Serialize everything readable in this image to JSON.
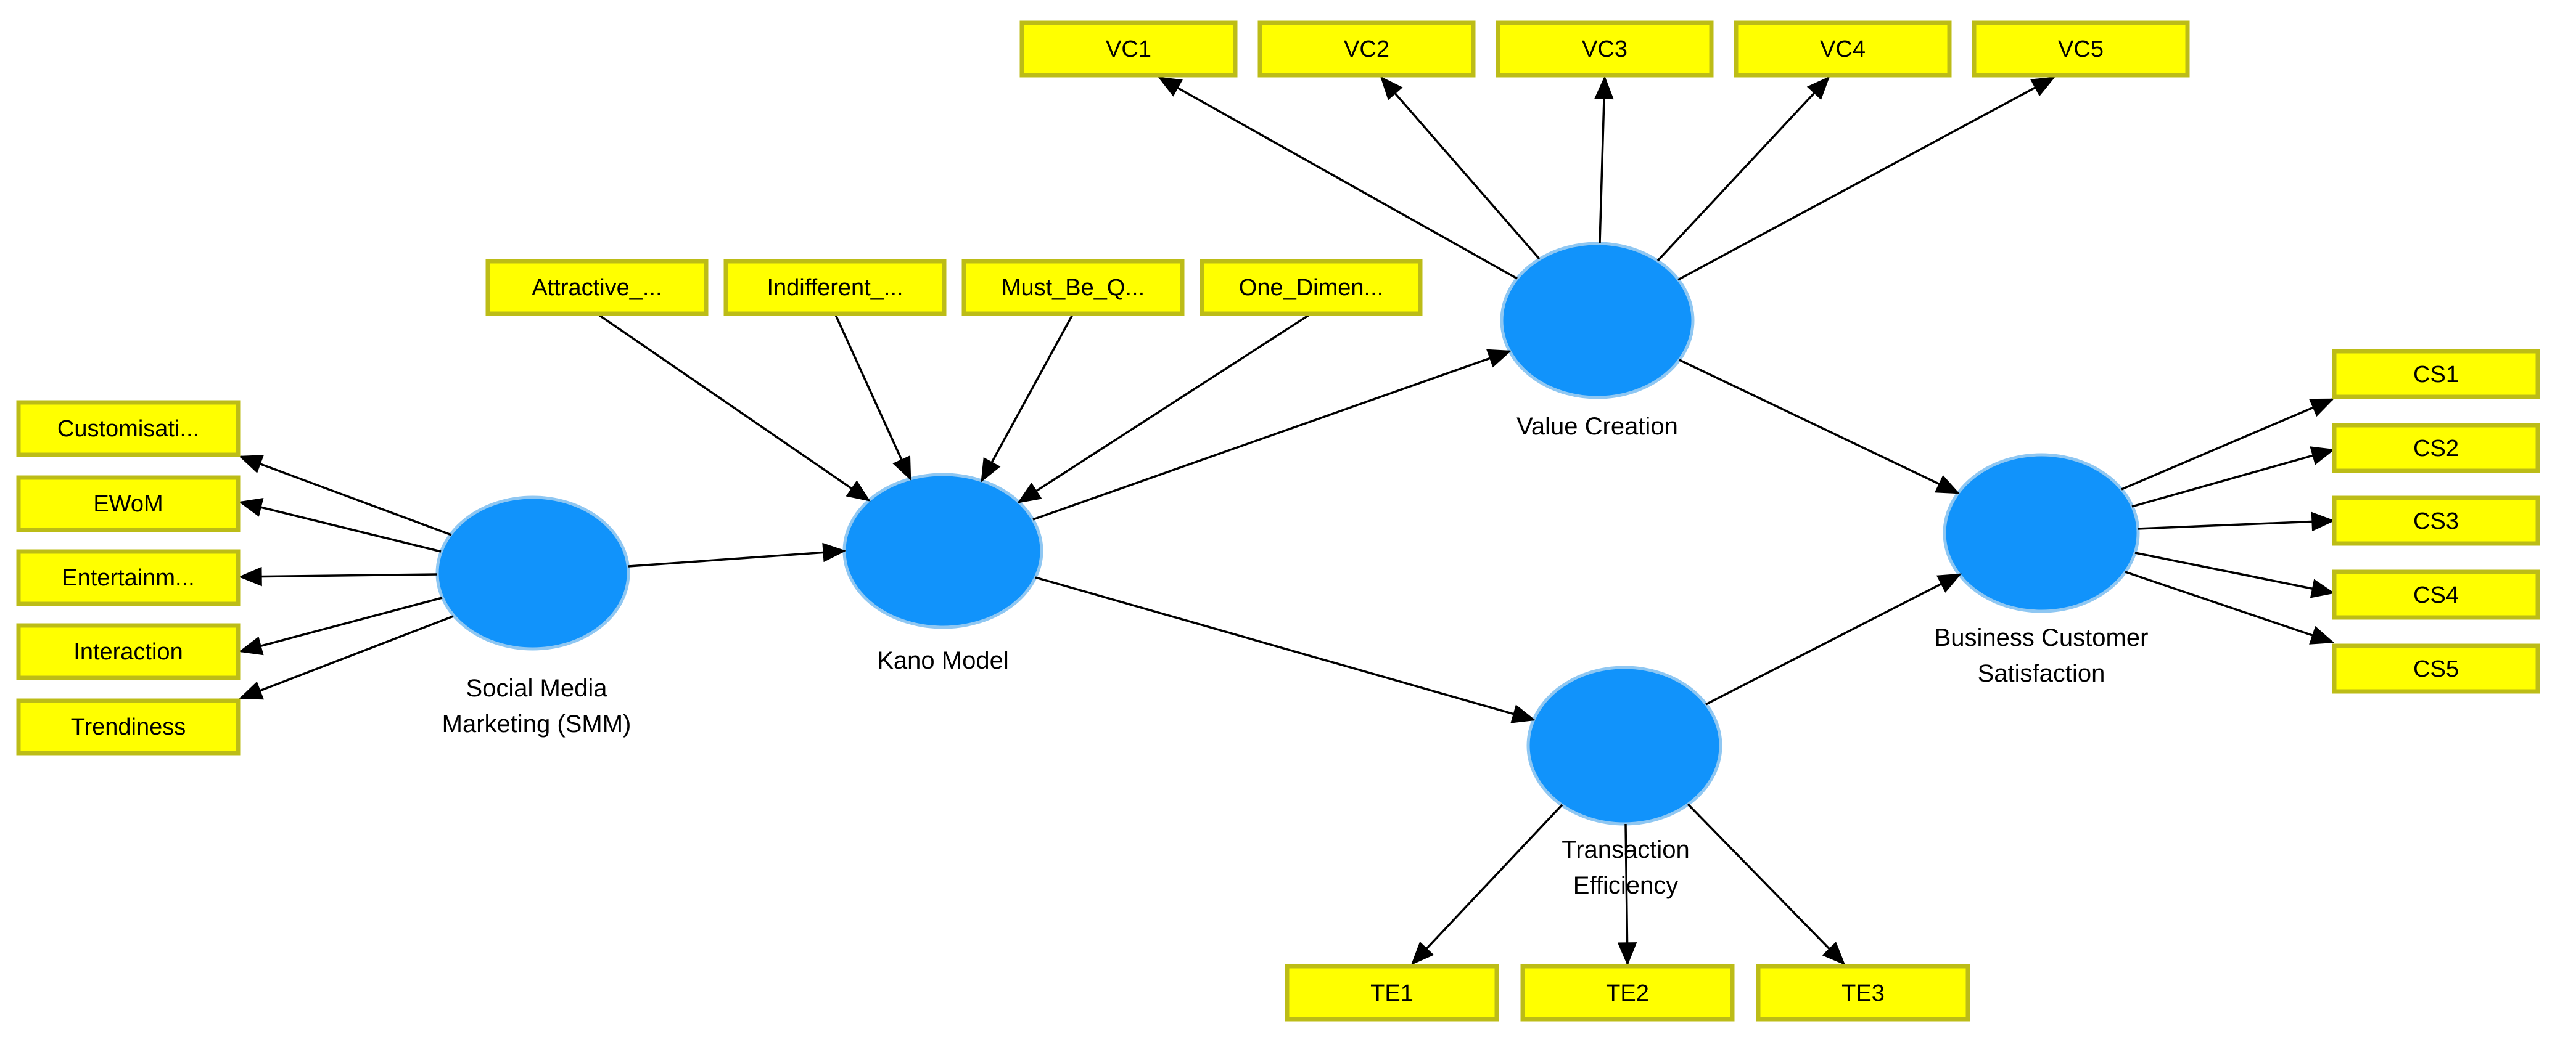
{
  "canvas": {
    "background": "#FFFFFF"
  },
  "colors": {
    "indicator_fill": "#FFFF00",
    "indicator_border": "#BCBC17",
    "latent_fill": "#1193FB",
    "latent_halo": "#8FC7F2",
    "arrow": "#000000",
    "text": "#000000"
  },
  "latents": {
    "smm": {
      "line1": "Social Media",
      "line2": "Marketing (SMM)",
      "full": "Social Media Marketing (SMM)"
    },
    "kano": {
      "line1": "Kano Model",
      "full": "Kano Model"
    },
    "vc": {
      "line1": "Value Creation",
      "full": "Value Creation"
    },
    "bcs": {
      "line1": "Business Customer",
      "line2": "Satisfaction",
      "full": "Business Customer Satisfaction"
    },
    "te": {
      "line1": "Transaction",
      "line2": "Efficiency",
      "full": "Transaction Efficiency"
    }
  },
  "indicators": {
    "smm": [
      "Customisati...",
      "EWoM",
      "Entertainm...",
      "Interaction",
      "Trendiness"
    ],
    "kano": [
      "Attractive_...",
      "Indifferent_...",
      "Must_Be_Q...",
      "One_Dimen..."
    ],
    "vc": [
      "VC1",
      "VC2",
      "VC3",
      "VC4",
      "VC5"
    ],
    "bcs": [
      "CS1",
      "CS2",
      "CS3",
      "CS4",
      "CS5"
    ],
    "te": [
      "TE1",
      "TE2",
      "TE3"
    ]
  },
  "edges": {
    "structural": [
      {
        "from": "Social Media Marketing (SMM)",
        "to": "Kano Model"
      },
      {
        "from": "Kano Model",
        "to": "Value Creation"
      },
      {
        "from": "Kano Model",
        "to": "Transaction Efficiency"
      },
      {
        "from": "Value Creation",
        "to": "Business Customer Satisfaction"
      },
      {
        "from": "Transaction Efficiency",
        "to": "Business Customer Satisfaction"
      }
    ],
    "measurement": {
      "smm": "reflective (arrows to indicators)",
      "kano": "formative (arrows from indicators)",
      "vc": "reflective (arrows to indicators)",
      "bcs": "reflective (arrows to indicators)",
      "te": "reflective (arrows to indicators)"
    }
  }
}
